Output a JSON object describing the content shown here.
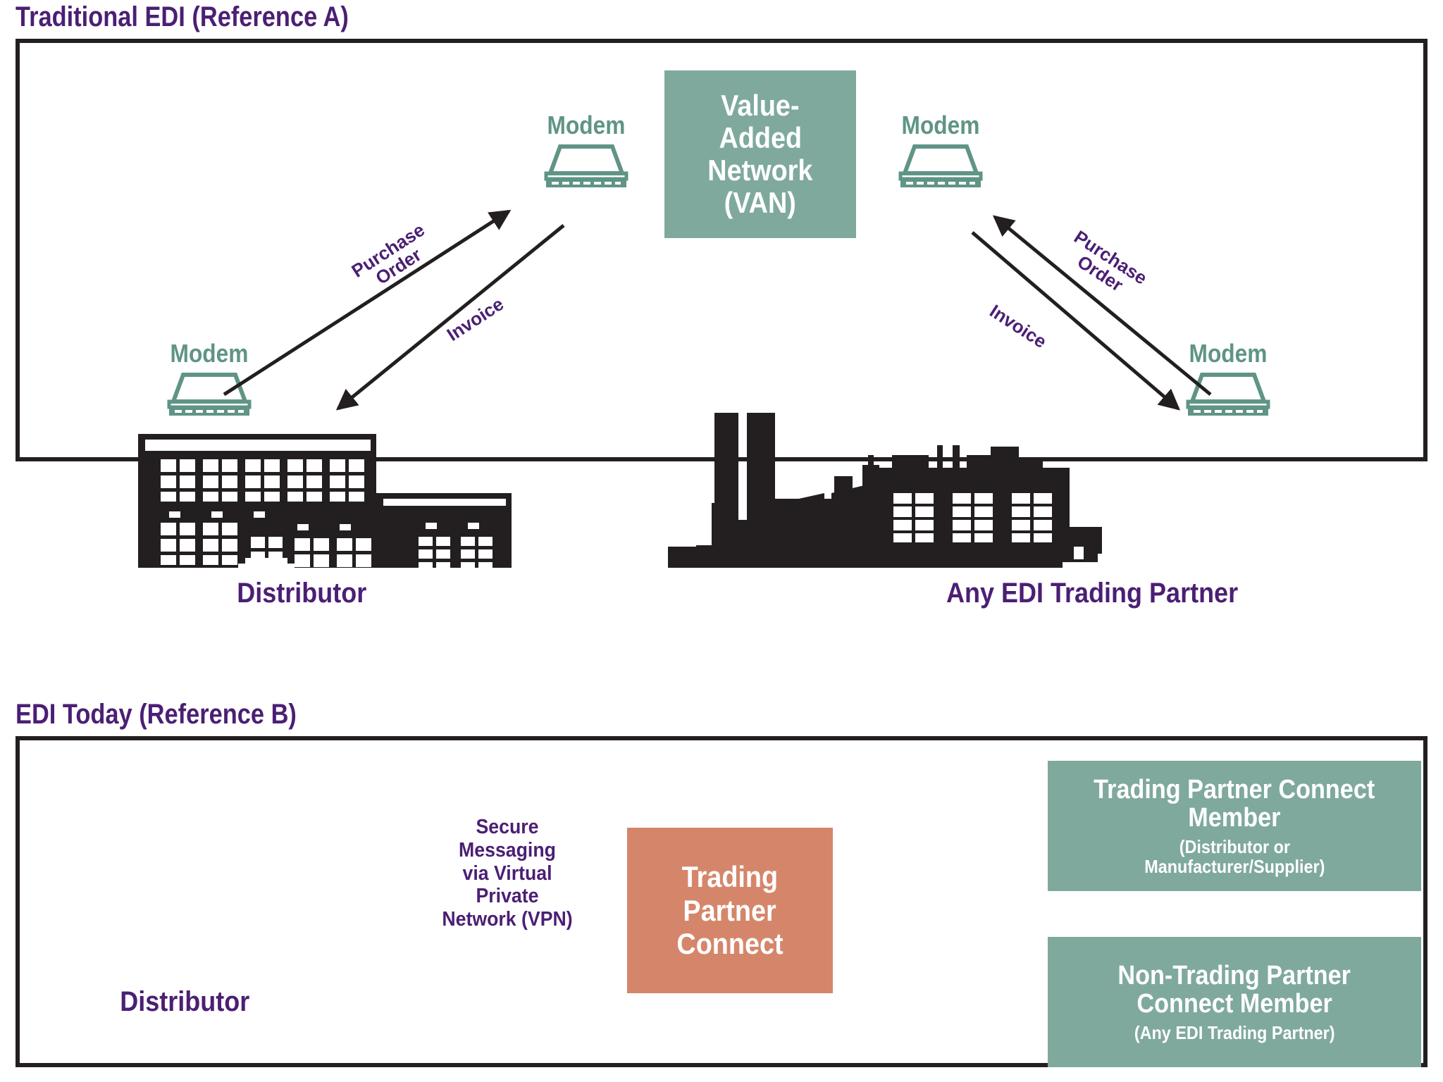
{
  "sections": [
    {
      "id": "a",
      "title": "Traditional EDI (Reference A)"
    },
    {
      "id": "b",
      "title": "EDI Today (Reference B)"
    }
  ],
  "colors": {
    "purple": "#4b1f74",
    "teal": "#7fa99d",
    "teal_text": "#5f9486",
    "salmon": "#d5866a",
    "black": "#231f20",
    "arrow_shaft": "#8c8c8f"
  },
  "traditional": {
    "van_box": {
      "lines": [
        "Value-",
        "Added",
        "Network",
        "(VAN)"
      ]
    },
    "modems": [
      {
        "id": "left-inner",
        "label": "Modem"
      },
      {
        "id": "left-outer",
        "label": "Modem"
      },
      {
        "id": "right-inner",
        "label": "Modem"
      },
      {
        "id": "right-outer",
        "label": "Modem"
      }
    ],
    "flows": [
      {
        "id": "left-purchase-order",
        "lines": [
          "Purchase",
          "Order"
        ]
      },
      {
        "id": "left-invoice",
        "lines": [
          "Invoice"
        ]
      },
      {
        "id": "right-purchase-order",
        "lines": [
          "Purchase",
          "Order"
        ]
      },
      {
        "id": "right-invoice",
        "lines": [
          "Invoice"
        ]
      }
    ],
    "entities": [
      {
        "id": "distributor",
        "label": "Distributor"
      },
      {
        "id": "trading-partner",
        "label": "Any EDI Trading Partner"
      }
    ]
  },
  "today": {
    "distributor_label": "Distributor",
    "vpn_caption": [
      "Secure",
      "Messaging",
      "via Virtual",
      "Private",
      "Network (VPN)"
    ],
    "connect_box": {
      "lines": [
        "Trading",
        "Partner",
        "Connect"
      ]
    },
    "member_boxes": [
      {
        "id": "tpc-member",
        "main": [
          "Trading Partner Connect",
          "Member"
        ],
        "sub": [
          "(Distributor or",
          "Manufacturer/Supplier)"
        ]
      },
      {
        "id": "non-tpc-member",
        "main": [
          "Non-Trading Partner",
          "Connect Member"
        ],
        "sub": [
          "(Any EDI Trading Partner)"
        ]
      }
    ]
  },
  "icons": {
    "modem": "modem-icon",
    "office_building": "office-building-icon",
    "factory": "factory-icon",
    "double_arrow": "double-headed-arrow-icon"
  }
}
